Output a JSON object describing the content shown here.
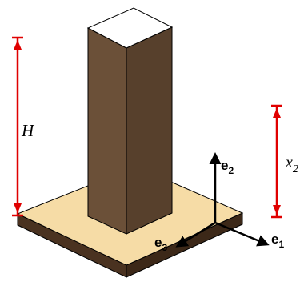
{
  "labels": {
    "height": "H",
    "x2_base": "x",
    "x2_sub": "2",
    "e1_base": "e",
    "e1_sub": "1",
    "e2_base": "e",
    "e2_sub": "2",
    "e3_base": "e",
    "e3_sub": "3"
  },
  "colors": {
    "background": "#ffffff",
    "column_front": "#6b5038",
    "column_side": "#57402c",
    "column_top": "#ffffff",
    "slab_top": "#f6dca6",
    "slab_side_front": "#4a3220",
    "slab_side_right": "#3c2818",
    "dimension_red": "#e00000",
    "outline": "#000000",
    "axis": "#000000"
  }
}
